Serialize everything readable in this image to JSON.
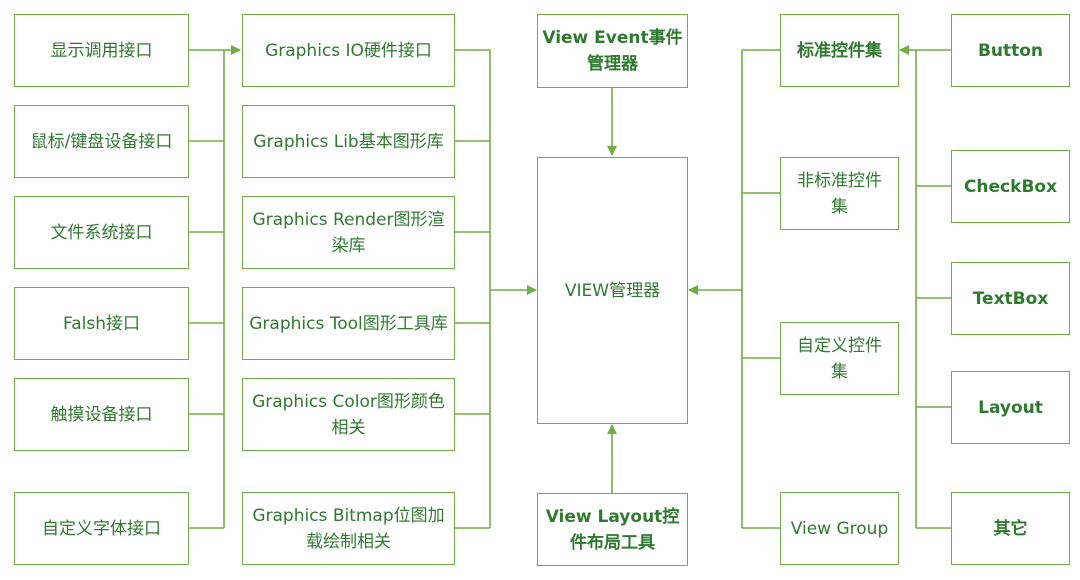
{
  "left": [
    "显示调用接口",
    "鼠标/键盘设备接口",
    "文件系统接口",
    "Falsh接口",
    "触摸设备接口",
    "自定义字体接口"
  ],
  "graphics": [
    "Graphics IO硬件接口",
    "Graphics Lib基本图形库",
    "Graphics Render图形渲染库",
    "Graphics Tool图形工具库",
    "Graphics Color图形颜色相关",
    "Graphics Bitmap位图加载绘制相关"
  ],
  "center": {
    "event": "View Event事件管理器",
    "manager": "VIEW管理器",
    "layout": "View Layout控件布局工具"
  },
  "controls": [
    "标准控件集",
    "非标准控件集",
    "自定义控件集",
    "View Group"
  ],
  "widgets": [
    "Button",
    "CheckBox",
    "TextBox",
    "Layout",
    "其它"
  ],
  "colors": {
    "line": "#70ad47",
    "text": "#2f7a2f"
  }
}
